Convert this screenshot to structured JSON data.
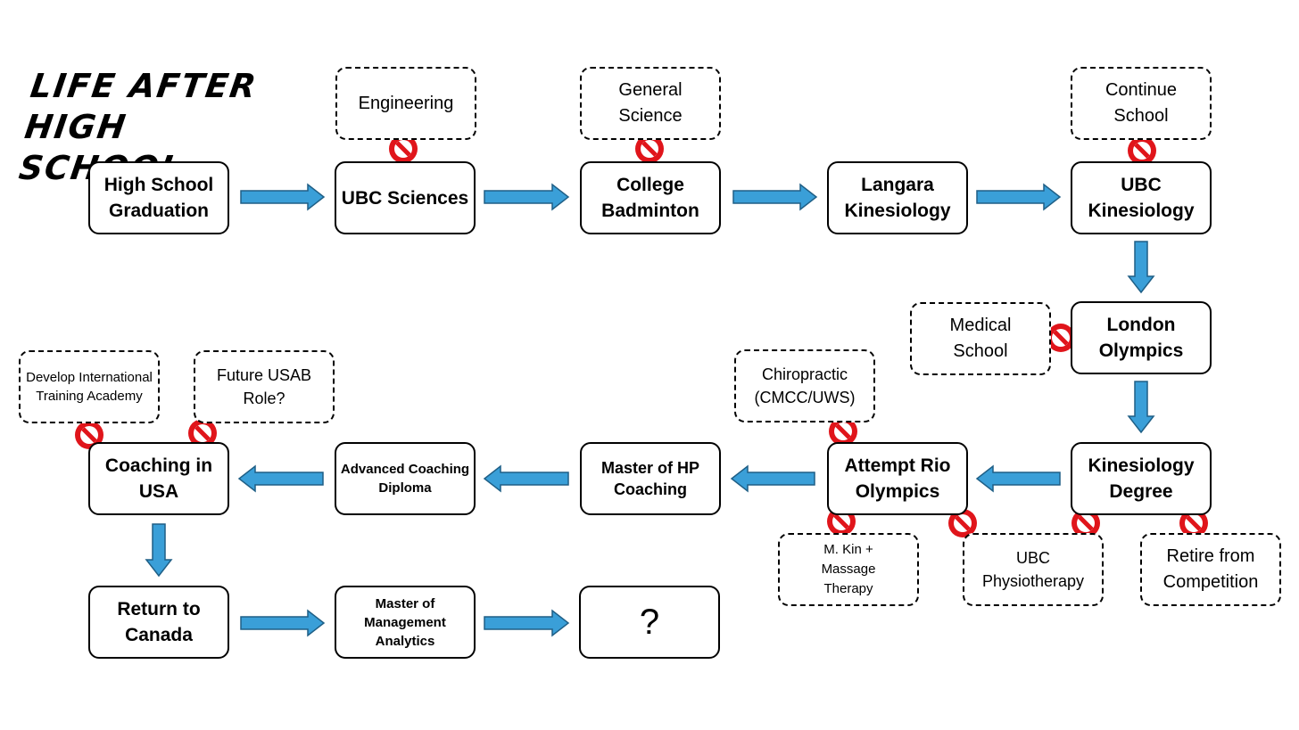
{
  "title": "Life after high school...",
  "colors": {
    "arrow": "#3a9fd8",
    "arrow_stroke": "#1f5f86",
    "no_sign": "#e0151b"
  },
  "nodes": {
    "hs": "High School Graduation",
    "ubc_sci": "UBC Sciences",
    "college_bad": "College Badminton",
    "langara": "Langara Kinesiology",
    "ubc_kin": "UBC Kinesiology",
    "london": "London Olympics",
    "kin_degree": "Kinesiology Degree",
    "rio": "Attempt Rio Olympics",
    "master_hp": "Master of HP Coaching",
    "adv_diploma": "Advanced Coaching Diploma",
    "coaching_usa": "Coaching in USA",
    "return_canada": "Return to Canada",
    "mma": "Master of Management Analytics",
    "unknown": "?"
  },
  "alternatives": {
    "engineering": "Engineering",
    "gen_science": "General Science",
    "continue_school": "Continue School",
    "medical": "Medical School",
    "chiro": "Chiropractic (CMCC/UWS)",
    "mkin": "M. Kin + Massage Therapy",
    "ubc_physio": "UBC Physiotherapy",
    "retire": "Retire from Competition",
    "intl_academy": "Develop International Training Academy",
    "usab": "Future USAB Role?"
  },
  "icons": {
    "arrow": "arrow-icon",
    "blocked": "no-entry-icon"
  }
}
